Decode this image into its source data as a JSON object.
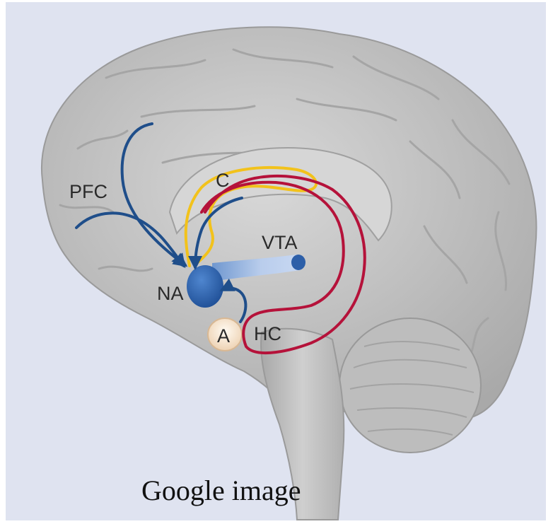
{
  "labels": {
    "pfc": "PFC",
    "c": "C",
    "vta": "VTA",
    "na": "NA",
    "a": "A",
    "hc": "HC"
  },
  "caption": "Google image",
  "colors": {
    "background": "#dfe3f0",
    "brain": "#c9c9c9",
    "pathway_blue": "#1f4e8a",
    "pathway_yellow": "#f2c21b",
    "pathway_red": "#b5123a",
    "nucleus": "#2f67b2",
    "amygdala_fill": "#f7e3cc"
  }
}
